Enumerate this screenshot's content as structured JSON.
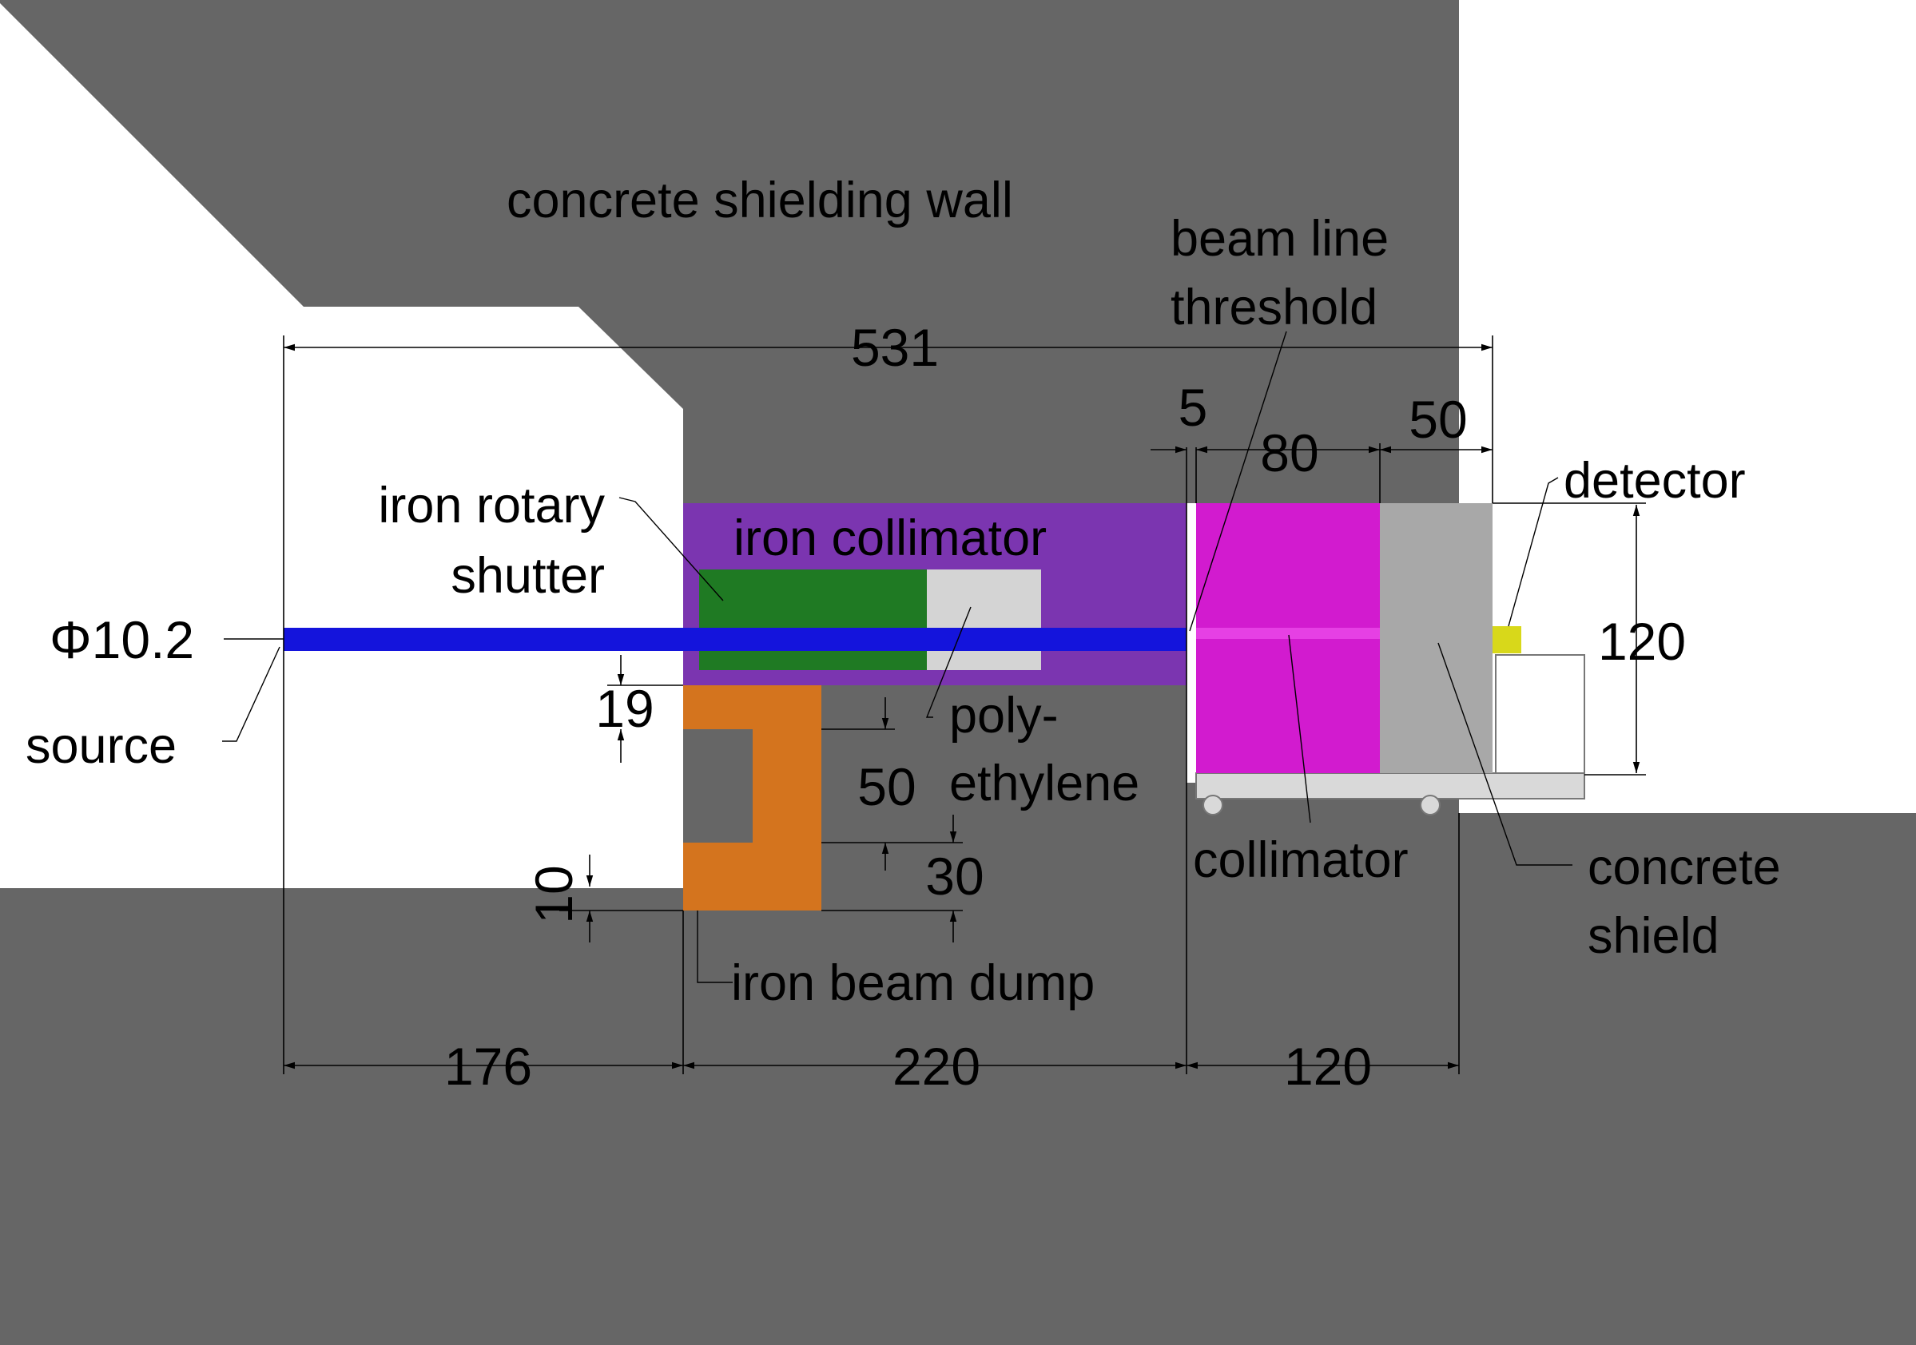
{
  "colors": {
    "concrete_wall": "#666666",
    "beam": "#1414dc",
    "iron_collimator": "#7b35b0",
    "rotary_shutter": "#1f7a23",
    "polyethylene": "#d4d4d4",
    "beam_dump": "#d4741e",
    "collimator": "#d21bcf",
    "concrete_shield": "#a8a8a8",
    "detector": "#d8d81a",
    "cart": "#d9d9d9"
  },
  "labels": {
    "concrete_shielding_wall": "concrete shielding wall",
    "beam_line_threshold_1": "beam line",
    "beam_line_threshold_2": "threshold",
    "iron_rotary_shutter_1": "iron rotary",
    "iron_rotary_shutter_2": "shutter",
    "iron_collimator": "iron collimator",
    "beam_diameter": "Φ10.2",
    "source": "source",
    "polyethylene_1": "poly-",
    "polyethylene_2": "ethylene",
    "collimator": "collimator",
    "detector": "detector",
    "concrete_shield_1": "concrete",
    "concrete_shield_2": "shield",
    "iron_beam_dump": "iron beam dump"
  },
  "dimensions": {
    "total_length": "531",
    "gap": "5",
    "collimator_length": "80",
    "shield_length": "50",
    "cart_height": "120",
    "dump_offset": "19",
    "dump_inner": "50",
    "dump_bottom": "30",
    "dump_base": "10",
    "source_to_shutter": "176",
    "shutter_section": "220",
    "collimator_section": "120"
  }
}
